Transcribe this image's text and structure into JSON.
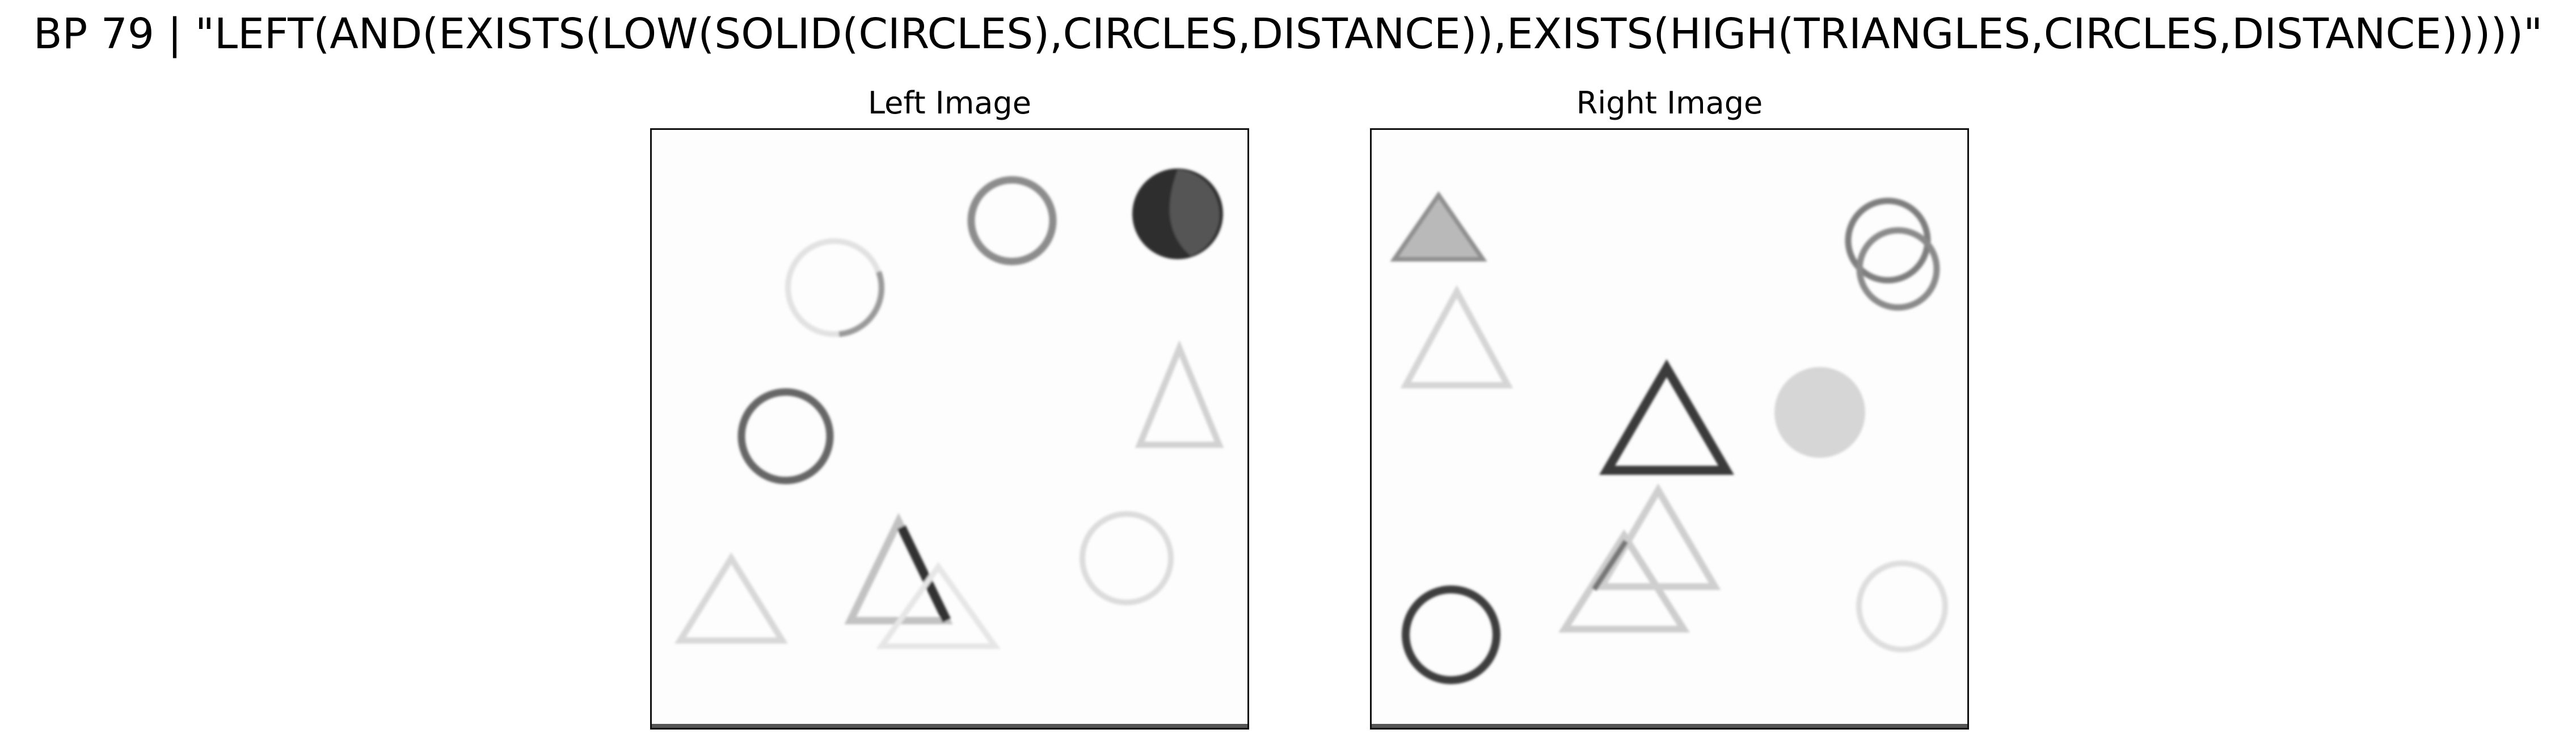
{
  "title": "BP 79 | \"LEFT(AND(EXISTS(LOW(SOLID(CIRCLES),CIRCLES,DISTANCE)),EXISTS(HIGH(TRIANGLES,CIRCLES,DISTANCE)))))\"",
  "left_panel": {
    "title": "Left Image"
  },
  "right_panel": {
    "title": "Right Image"
  },
  "colors": {
    "background": "#ffffff",
    "frame": "#111111",
    "dark_shape": "#2b2b2b",
    "mid_shape": "#7a7a7a",
    "light_shape": "#c8c8c8"
  }
}
